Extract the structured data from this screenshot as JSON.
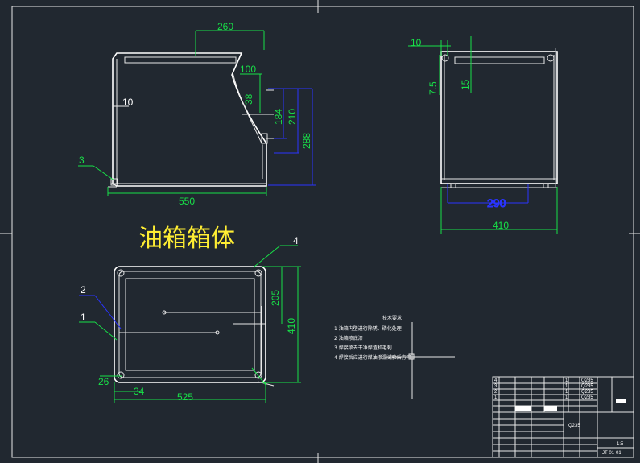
{
  "drawing_title": "油箱箱体",
  "front_view": {
    "dims": [
      "260",
      "100",
      "38",
      "10",
      "184",
      "210",
      "288",
      "550"
    ],
    "part_labels": [
      "3"
    ]
  },
  "side_view": {
    "dims": [
      "10",
      "7.5",
      "15",
      "290",
      "410"
    ]
  },
  "top_view": {
    "dims": [
      "205",
      "410",
      "525",
      "34",
      "26"
    ],
    "part_labels": [
      "4",
      "2",
      "1"
    ]
  },
  "tech_requirements": {
    "heading": "技术要求",
    "items": [
      "1 油箱内壁进行除锈、磷化处理",
      "2 油箱喷底漆",
      "3 焊接须去干净焊渣和毛刺",
      "4 焊接后应进行煤油渗漏试验后方可"
    ]
  },
  "title_block": {
    "material": "Q235",
    "drawing_no": "JT-01-01",
    "row_numbers": [
      "4",
      "3",
      "2",
      "1"
    ],
    "part_materials": [
      "Q235",
      "Q235",
      "Q235",
      "Q235"
    ],
    "part_qty": [
      "1",
      "1",
      "1",
      "1"
    ],
    "scale_label": "1:5"
  }
}
